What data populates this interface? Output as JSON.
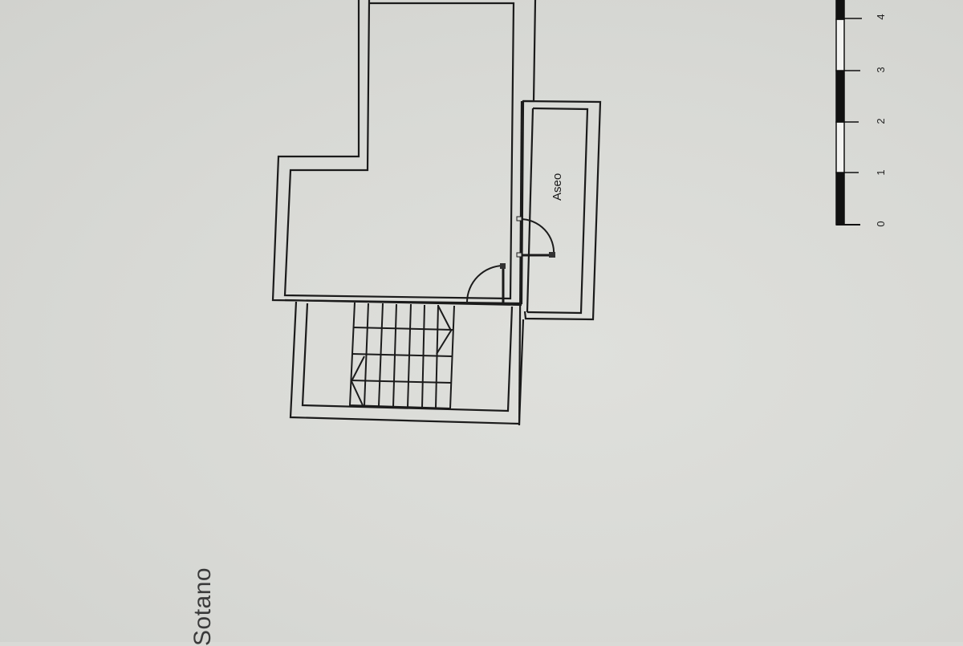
{
  "plan": {
    "floor_title": "Sotano",
    "rooms": [
      {
        "name": "Aseo"
      }
    ],
    "stairs": {
      "steps": 12,
      "flights": 2
    },
    "doors": 2
  },
  "scale_bar": {
    "ticks": [
      "0",
      "1",
      "2",
      "3",
      "4"
    ],
    "unit_segments": [
      "black",
      "white",
      "black",
      "white",
      "black"
    ]
  },
  "colors": {
    "paper": "#d9dad6",
    "line": "#1a1a1a"
  }
}
